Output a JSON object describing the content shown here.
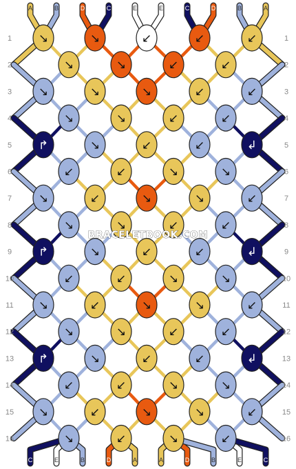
{
  "colors": {
    "A": "#e8c65a",
    "B": "#9fb2dc",
    "C": "#101060",
    "D": "#e85a10",
    "E": "#ffffff"
  },
  "top_strands": [
    "A",
    "B",
    "D",
    "C",
    "E",
    "E",
    "C",
    "D",
    "B",
    "A"
  ],
  "bottom_strands": [
    "C",
    "E",
    "B",
    "D",
    "A",
    "A",
    "D",
    "B",
    "E",
    "C"
  ],
  "watermark": "BRACELETBOOK.COM",
  "rows": [
    {
      "label": "1",
      "knots": [
        {
          "c": "A",
          "d": "↘"
        },
        {
          "c": "D",
          "d": "↘"
        },
        {
          "c": "E",
          "d": "↙"
        },
        {
          "c": "D",
          "d": "↙"
        },
        {
          "c": "A",
          "d": "↙"
        }
      ]
    },
    {
      "label": "2",
      "knots": [
        {
          "c": "A",
          "d": "↘"
        },
        {
          "c": "D",
          "d": "↘"
        },
        {
          "c": "D",
          "d": "↙"
        },
        {
          "c": "A",
          "d": "↙"
        }
      ]
    },
    {
      "label": "3",
      "knots": [
        {
          "c": "B",
          "d": "↘"
        },
        {
          "c": "A",
          "d": "↘"
        },
        {
          "c": "D",
          "d": "↘"
        },
        {
          "c": "A",
          "d": "↙"
        },
        {
          "c": "B",
          "d": "↙"
        }
      ]
    },
    {
      "label": "4",
      "knots": [
        {
          "c": "B",
          "d": "↘"
        },
        {
          "c": "A",
          "d": "↘"
        },
        {
          "c": "A",
          "d": "↙"
        },
        {
          "c": "B",
          "d": "↙"
        }
      ]
    },
    {
      "label": "5",
      "knots": [
        {
          "c": "C",
          "d": "↱"
        },
        {
          "c": "B",
          "d": "↘"
        },
        {
          "c": "A",
          "d": "↙"
        },
        {
          "c": "B",
          "d": "↙"
        },
        {
          "c": "C",
          "d": "↲"
        }
      ]
    },
    {
      "label": "6",
      "knots": [
        {
          "c": "B",
          "d": "↙"
        },
        {
          "c": "A",
          "d": "↙"
        },
        {
          "c": "A",
          "d": "↘"
        },
        {
          "c": "B",
          "d": "↘"
        }
      ]
    },
    {
      "label": "7",
      "knots": [
        {
          "c": "B",
          "d": "↘"
        },
        {
          "c": "A",
          "d": "↙"
        },
        {
          "c": "D",
          "d": "↘"
        },
        {
          "c": "A",
          "d": "↘"
        },
        {
          "c": "B",
          "d": "↙"
        }
      ]
    },
    {
      "label": "8",
      "knots": [
        {
          "c": "B",
          "d": "↘"
        },
        {
          "c": "A",
          "d": "↘"
        },
        {
          "c": "A",
          "d": "↙"
        },
        {
          "c": "B",
          "d": "↙"
        }
      ]
    },
    {
      "label": "9",
      "knots": [
        {
          "c": "C",
          "d": "↱"
        },
        {
          "c": "B",
          "d": "↘"
        },
        {
          "c": "A",
          "d": "↙"
        },
        {
          "c": "B",
          "d": "↙"
        },
        {
          "c": "C",
          "d": "↲"
        }
      ]
    },
    {
      "label": "10",
      "knots": [
        {
          "c": "B",
          "d": "↙"
        },
        {
          "c": "A",
          "d": "↙"
        },
        {
          "c": "A",
          "d": "↘"
        },
        {
          "c": "B",
          "d": "↘"
        }
      ]
    },
    {
      "label": "11",
      "knots": [
        {
          "c": "B",
          "d": "↘"
        },
        {
          "c": "A",
          "d": "↙"
        },
        {
          "c": "D",
          "d": "↘"
        },
        {
          "c": "A",
          "d": "↘"
        },
        {
          "c": "B",
          "d": "↙"
        }
      ]
    },
    {
      "label": "12",
      "knots": [
        {
          "c": "B",
          "d": "↘"
        },
        {
          "c": "A",
          "d": "↘"
        },
        {
          "c": "A",
          "d": "↙"
        },
        {
          "c": "B",
          "d": "↙"
        }
      ]
    },
    {
      "label": "13",
      "knots": [
        {
          "c": "C",
          "d": "↱"
        },
        {
          "c": "B",
          "d": "↘"
        },
        {
          "c": "A",
          "d": "↙"
        },
        {
          "c": "B",
          "d": "↙"
        },
        {
          "c": "C",
          "d": "↲"
        }
      ]
    },
    {
      "label": "14",
      "knots": [
        {
          "c": "B",
          "d": "↙"
        },
        {
          "c": "A",
          "d": "↙"
        },
        {
          "c": "A",
          "d": "↘"
        },
        {
          "c": "B",
          "d": "↘"
        }
      ]
    },
    {
      "label": "15",
      "knots": [
        {
          "c": "B",
          "d": "↘"
        },
        {
          "c": "A",
          "d": "↙"
        },
        {
          "c": "D",
          "d": "↘"
        },
        {
          "c": "A",
          "d": "↘"
        },
        {
          "c": "B",
          "d": "↙"
        }
      ]
    },
    {
      "label": "16",
      "knots": [
        {
          "c": "B",
          "d": "↘"
        },
        {
          "c": "A",
          "d": "↙"
        },
        {
          "c": "A",
          "d": "↘"
        },
        {
          "c": "B",
          "d": "↙"
        }
      ]
    }
  ]
}
